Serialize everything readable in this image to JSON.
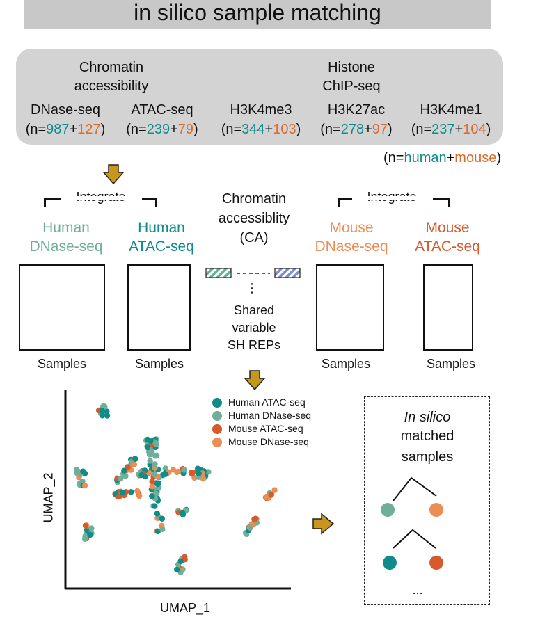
{
  "title": "in silico sample matching",
  "colors": {
    "teal": "#0f8c88",
    "light_teal": "#6fae9b",
    "orange": "#dd6a2a",
    "light_orange": "#ea8e55",
    "arrow_gold": "#c9961c"
  },
  "assays": {
    "chromatin_group": "Chromatin\naccessibility",
    "histone_group": "Histone\nChIP-seq",
    "items": [
      {
        "name": "DNase-seq",
        "human": "987",
        "mouse": "127"
      },
      {
        "name": "ATAC-seq",
        "human": "239",
        "mouse": "79"
      },
      {
        "name": "H3K4me3",
        "human": "344",
        "mouse": "103"
      },
      {
        "name": "H3K27ac",
        "human": "278",
        "mouse": "97"
      },
      {
        "name": "H3K4me1",
        "human": "237",
        "mouse": "104"
      }
    ],
    "n_open": "(n=",
    "plus": "+",
    "close": ")",
    "legend_human": "human",
    "legend_mouse": "mouse"
  },
  "integration": {
    "integrate_label": "Integrate",
    "human_dnase": "Human\nDNase-seq",
    "human_atac": "Human\nATAC-seq",
    "mouse_dnase": "Mouse\nDNase-seq",
    "mouse_atac": "Mouse\nATAC-seq",
    "center_label": "Chromatin\naccessiblity\n(CA)",
    "shared_label": "Shared\nvariable\nSH REPs",
    "vdots": "⋮",
    "samples_label": "Samples"
  },
  "umap": {
    "xlabel": "UMAP_1",
    "ylabel": "UMAP_2",
    "legend": [
      {
        "label": "Human ATAC-seq",
        "color": "#0f8c88"
      },
      {
        "label": "Human DNase-seq",
        "color": "#6fae9b"
      },
      {
        "label": "Mouse ATAC-seq",
        "color": "#d55a2c"
      },
      {
        "label": "Mouse DNase-seq",
        "color": "#ea8e55"
      }
    ]
  },
  "matched": {
    "title_italic": "In silico",
    "title_rest": "matched\nsamples",
    "ellipsis": "..."
  }
}
